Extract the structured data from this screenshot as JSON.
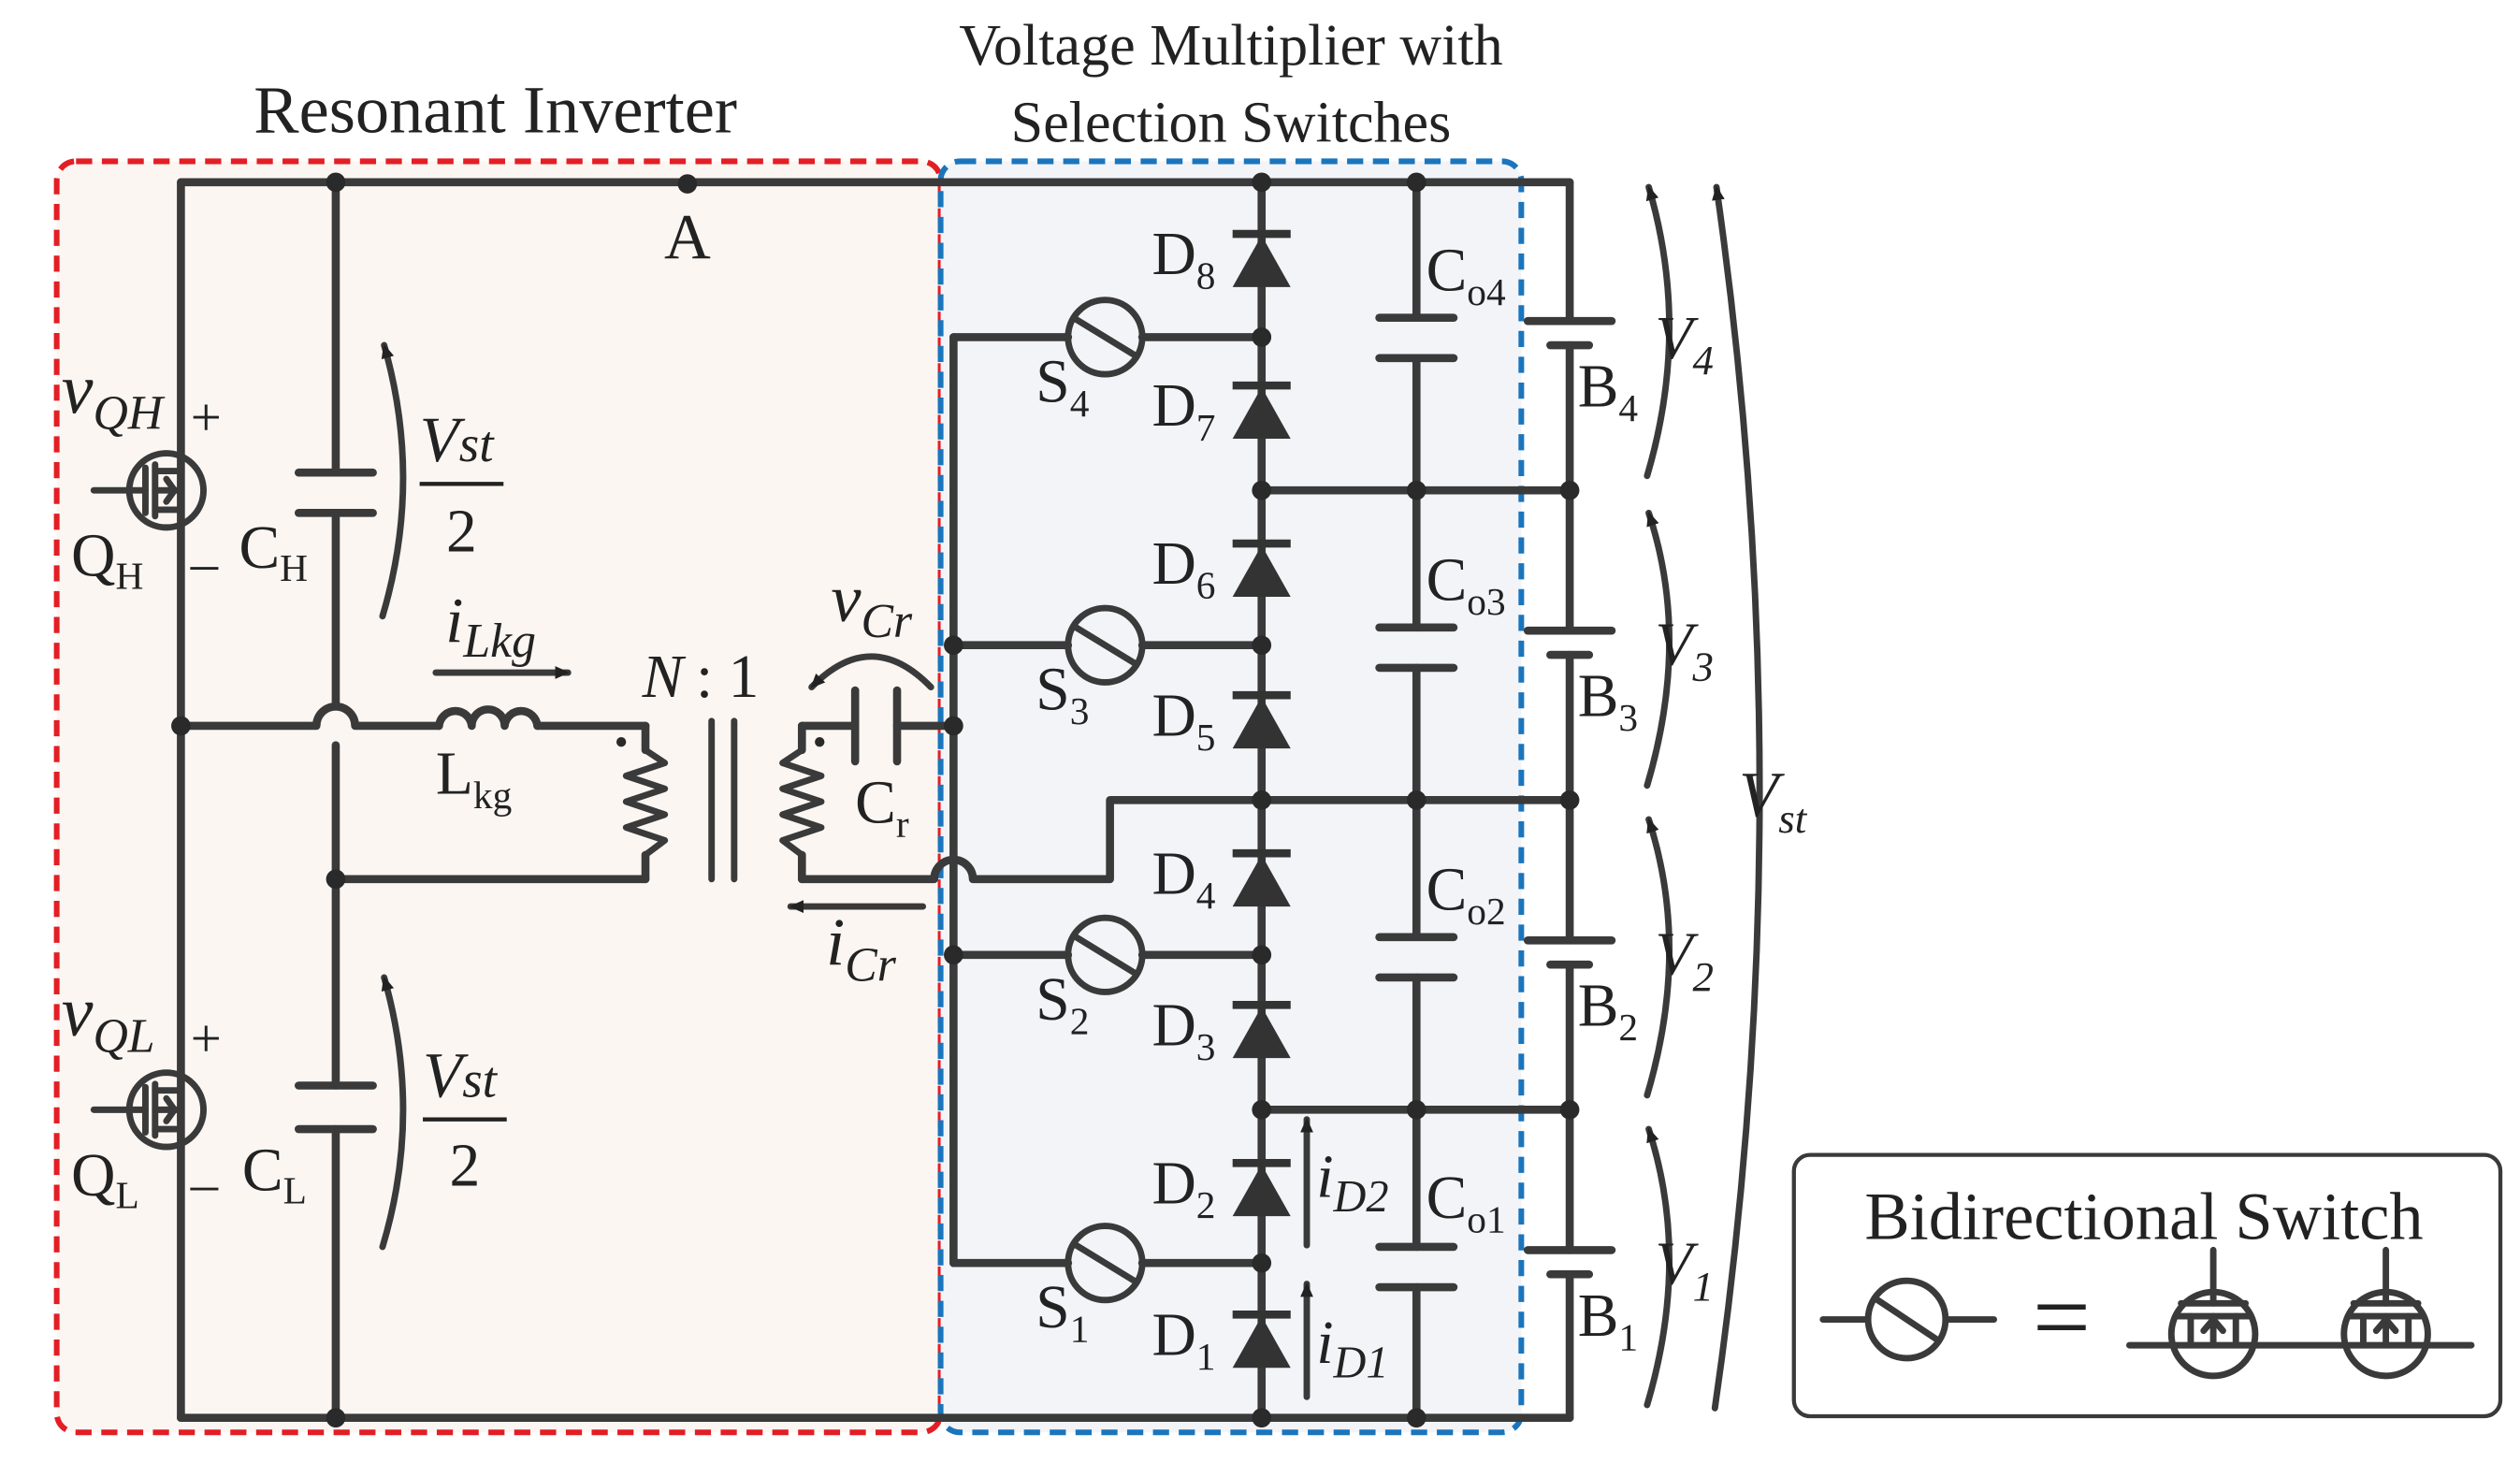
{
  "titles": {
    "resonant_inverter": "Resonant Inverter",
    "multiplier_line1": "Voltage Multiplier with",
    "multiplier_line2": "Selection Switches"
  },
  "nodes": {
    "A": "A"
  },
  "inverter": {
    "qh_voltage_main": "v",
    "qh_voltage_sub": "QH",
    "ql_voltage_main": "v",
    "ql_voltage_sub": "QL",
    "plus": "+",
    "minus": "–",
    "qh_main": "Q",
    "qh_sub": "H",
    "ql_main": "Q",
    "ql_sub": "L",
    "ch_main": "C",
    "ch_sub": "H",
    "cl_main": "C",
    "cl_sub": "L",
    "vst_main": "V",
    "vst_sub": "st",
    "vst_den": "2",
    "ilkg_main": "i",
    "ilkg_sub": "Lkg",
    "lkg_main": "L",
    "lkg_sub": "kg",
    "ratio_n": "N",
    "ratio_rest": ": 1",
    "vcr_main": "v",
    "vcr_sub": "Cr",
    "cr_main": "C",
    "cr_sub": "r",
    "icr_main": "i",
    "icr_sub": "Cr"
  },
  "multiplier": {
    "d_main": "D",
    "diodes": [
      "8",
      "7",
      "6",
      "5",
      "4",
      "3",
      "2",
      "1"
    ],
    "s_main": "S",
    "switches": [
      "4",
      "3",
      "2",
      "1"
    ],
    "co_main": "C",
    "capacitors": [
      "o4",
      "o3",
      "o2",
      "o1"
    ],
    "id2_main": "i",
    "id2_sub": "D2",
    "id1_main": "i",
    "id1_sub": "D1"
  },
  "outputs": {
    "b_main": "B",
    "batteries": [
      "4",
      "3",
      "2",
      "1"
    ],
    "v_main": "V",
    "voltages": [
      "4",
      "3",
      "2",
      "1"
    ],
    "vst_main": "V",
    "vst_sub": "st"
  },
  "legend": {
    "title": "Bidirectional Switch",
    "equals": "="
  },
  "colors": {
    "inverter_border": "#e31e24",
    "inverter_fill": "#fbf6f2",
    "multiplier_border": "#1b75bc",
    "multiplier_fill": "#f2f4f8",
    "wire": "#3a3a3a",
    "diode": "#333333"
  }
}
